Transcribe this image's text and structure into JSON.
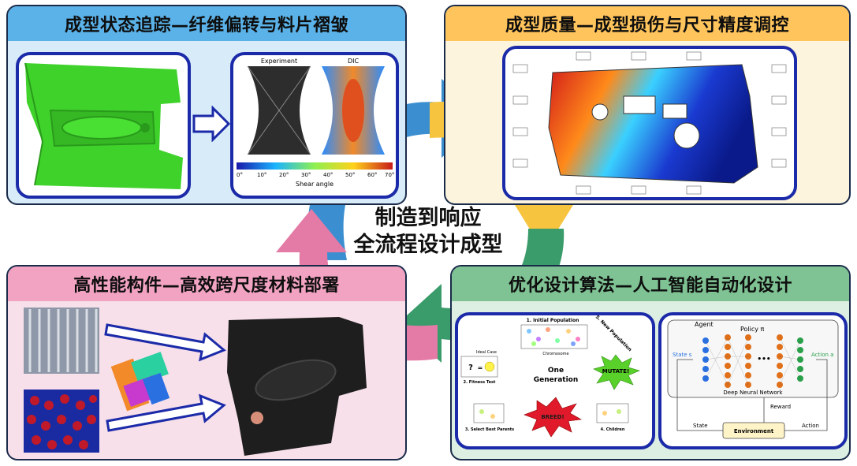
{
  "panels": {
    "top_left": {
      "title": "成型状态追踪—纤维偏转与料片褶皱"
    },
    "top_right": {
      "title": "成型质量—成型损伤与尺寸精度调控"
    },
    "bottom_left": {
      "title": "高性能构件—高效跨尺度材料部署"
    },
    "bottom_right": {
      "title": "优化设计算法—人工智能自动化设计"
    }
  },
  "center": {
    "line1": "制造到响应",
    "line2": "全流程设计成型"
  },
  "shear_figure": {
    "experiment_label": "Experiment",
    "dic_label": "DIC",
    "colorbar_ticks": [
      "0°",
      "10°",
      "20°",
      "30°",
      "40°",
      "50°",
      "60°",
      "70°"
    ],
    "colorbar_title": "Shear angle"
  },
  "genetic_algorithm": {
    "initial_population": "1. Initial Population",
    "new_population": "5. New Population",
    "ideal_case": "Ideal Case",
    "chromosome": "Chromosome",
    "fitness_test": "2. Fitness Test",
    "one_generation_line1": "One",
    "one_generation_line2": "Generation",
    "mutate": "MUTATE!",
    "breed": "BREED!",
    "select_parents": "3. Select Best Parents",
    "children": "4. Children",
    "question": "?",
    "equals": "="
  },
  "reinforcement_learning": {
    "agent": "Agent",
    "policy": "Policy π",
    "state_s": "State s",
    "action_a": "Action a",
    "dnn": "Deep Neural Network",
    "reward": "Reward",
    "state": "State",
    "action": "Action",
    "environment": "Environment",
    "dots": "•••"
  },
  "colors": {
    "tl_bg": "#d7ebf8",
    "tl_title": "#5ab2e8",
    "tr_bg": "#fdf4de",
    "tr_title": "#ffc45c",
    "bl_bg": "#f7e0ea",
    "bl_title": "#f2a3c2",
    "br_bg": "#dcefe2",
    "br_title": "#7fc394",
    "inner_border": "#1b2aa8",
    "arrow_blue": "#3b8fd0",
    "arrow_yellow": "#f7c440",
    "arrow_green": "#3a9b6b",
    "arrow_pink": "#e47aa6"
  }
}
